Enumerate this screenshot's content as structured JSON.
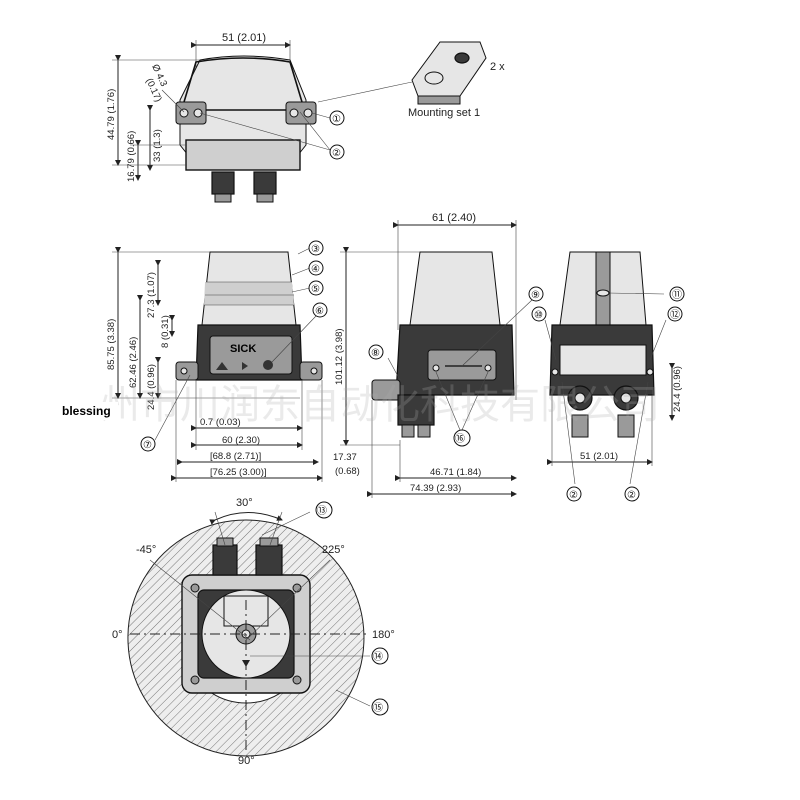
{
  "top_view": {
    "width_dim": "51 (2.01)",
    "hole_dim_a": "Ø 4.3",
    "hole_dim_b": "(0.17)",
    "height_total": "44.79 (1.76)",
    "height_mid": "33 (1.3)",
    "height_low": "16.79 (0.66)"
  },
  "mounting_set": {
    "label": "Mounting set 1",
    "quantity": "2 x"
  },
  "front_view": {
    "height_total": "85.75 (3.38)",
    "height_mid": "62.46 (2.46)",
    "dim_27": "27.3 (1.07)",
    "dim_8": "8 (0.31)",
    "dim_24": "24.4 (0.96)",
    "dim_07": "0.7 (0.03)",
    "dim_60": "60 (2.30)",
    "dim_688": "[68.8 (2.71)]",
    "dim_7625": "[76.25 (3.00)]",
    "brand": "SICK"
  },
  "side_view": {
    "width_dim": "61 (2.40)",
    "height_total": "101.12 (3.98)",
    "dim_1737": "17.37 (0.68)",
    "dim_4671": "46.71 (1.84)",
    "dim_7439": "74.39 (2.93)"
  },
  "back_view": {
    "width_dim": "51 (2.01)",
    "dim_24": "24.4 (0.96)"
  },
  "bottom_view": {
    "angle_30": "30°",
    "angle_m45": "-45°",
    "angle_225": "225°",
    "angle_0": "0°",
    "angle_180": "180°",
    "angle_90": "90°"
  },
  "callouts": [
    "①",
    "②",
    "③",
    "④",
    "⑤",
    "⑥",
    "⑦",
    "⑧",
    "⑨",
    "⑩",
    "⑪",
    "⑫",
    "⑬",
    "⑭",
    "⑮",
    "⑯"
  ],
  "watermark_text": "州市川润东自动化科技有限公司",
  "badge_text": "blessing"
}
